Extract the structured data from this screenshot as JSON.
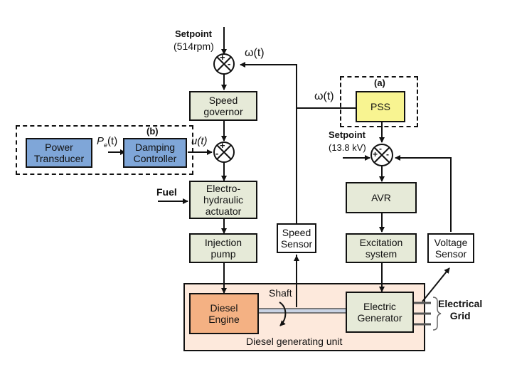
{
  "speed_loop": {
    "setpoint_label": "Setpoint",
    "setpoint_value": "(514rpm)",
    "feedback_label_top": "ω(t)",
    "feedback_label_pss": "ω(t)",
    "sum1_signs": {
      "top": "+",
      "right": "-"
    },
    "speed_governor": "Speed\ngovernor",
    "sum2_signs": {
      "top": "+",
      "left": "-"
    },
    "electrohydraulic": "Electro-\nhydraulic\nactuator",
    "fuel_label": "Fuel",
    "injection_pump": "Injection\npump",
    "speed_sensor": "Speed\nSensor"
  },
  "damping_block": {
    "tag": "(b)",
    "power_transducer": "Power\nTransducer",
    "pe_label": "P",
    "pe_sub": "e",
    "pe_suffix": "(t)",
    "damping_controller": "Damping\nController",
    "u_label": "u(t)"
  },
  "voltage_loop": {
    "pss_tag": "(a)",
    "pss": "PSS",
    "setpoint_label": "Setpoint",
    "setpoint_value": "(13.8 kV)",
    "sum3_signs": {
      "top": "-",
      "left": "+",
      "right": "-"
    },
    "avr": "AVR",
    "excitation": "Excitation\nsystem",
    "voltage_sensor": "Voltage\nSensor"
  },
  "generating_unit": {
    "label": "Diesel generating unit",
    "diesel_engine": "Diesel\nEngine",
    "shaft_label": "Shaft",
    "electric_generator": "Electric\nGenerator",
    "grid_label": "Electrical\nGrid"
  },
  "colors": {
    "block_green": "#e6ead8",
    "block_blue": "#7fa6d8",
    "block_yellow": "#f8f491",
    "block_orange": "#f4b183",
    "unit_background": "#fde9dc"
  }
}
